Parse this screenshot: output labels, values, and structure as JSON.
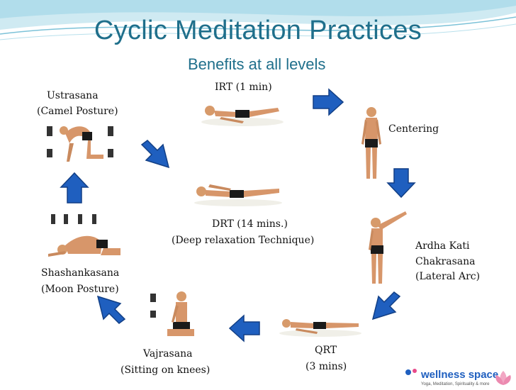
{
  "title": "Cyclic Meditation Practices",
  "subtitle": "Benefits at all levels",
  "steps": {
    "irt": "IRT (1 min)",
    "centering": "Centering",
    "ardha_1": "Ardha Kati",
    "ardha_2": "Chakrasana",
    "ardha_3": "(Lateral Arc)",
    "qrt_1": "QRT",
    "qrt_2": "(3 mins)",
    "vajra_1": "Vajrasana",
    "vajra_2": "(Sitting on knees)",
    "shash_1": "Shashankasana",
    "shash_2": "(Moon Posture)",
    "ustra_1": "Ustrasana",
    "ustra_2": "(Camel Posture)",
    "drt_1": "DRT (14 mins.)",
    "drt_2": "(Deep relaxation Technique)"
  },
  "logo": {
    "name": "wellness space",
    "tagline": "Yoga, Meditation, Spirituality & more"
  },
  "colors": {
    "title": "#1f6f8b",
    "arrow": "#1f5fbf",
    "arrow_dark": "#123f85",
    "wave": "#9fd6e6"
  }
}
